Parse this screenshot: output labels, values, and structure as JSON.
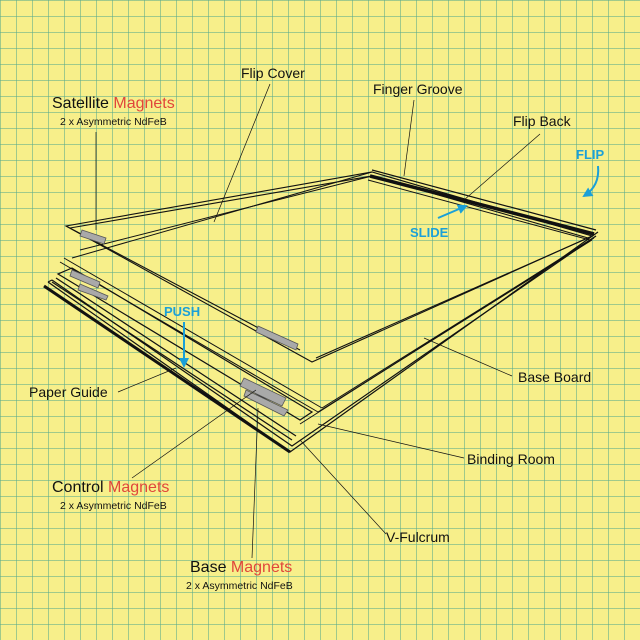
{
  "colors": {
    "background": "#f7ef8a",
    "grid": "#58aa8c",
    "accent": "#1aa0d8",
    "magnet_word": "#e0463b",
    "magnet_part": "#a9a9a9"
  },
  "labels": {
    "flip_cover": "Flip Cover",
    "finger_groove": "Finger Groove",
    "flip_back": "Flip Back",
    "base_board": "Base Board",
    "binding_room": "Binding Room",
    "v_fulcrum": "V-Fulcrum",
    "paper_guide": "Paper Guide"
  },
  "magnets": {
    "satellite": {
      "prefix": "Satellite",
      "word": "Magnets",
      "sub": "2 x Asymmetric NdFeB"
    },
    "control": {
      "prefix": "Control",
      "word": "Magnets",
      "sub": "2 x Asymmetric NdFeB"
    },
    "base": {
      "prefix": "Base",
      "word": "Magnets",
      "sub": "2 x Asymmetric NdFeB"
    }
  },
  "actions": {
    "flip": "FLIP",
    "slide": "SLIDE",
    "push": "PUSH"
  }
}
